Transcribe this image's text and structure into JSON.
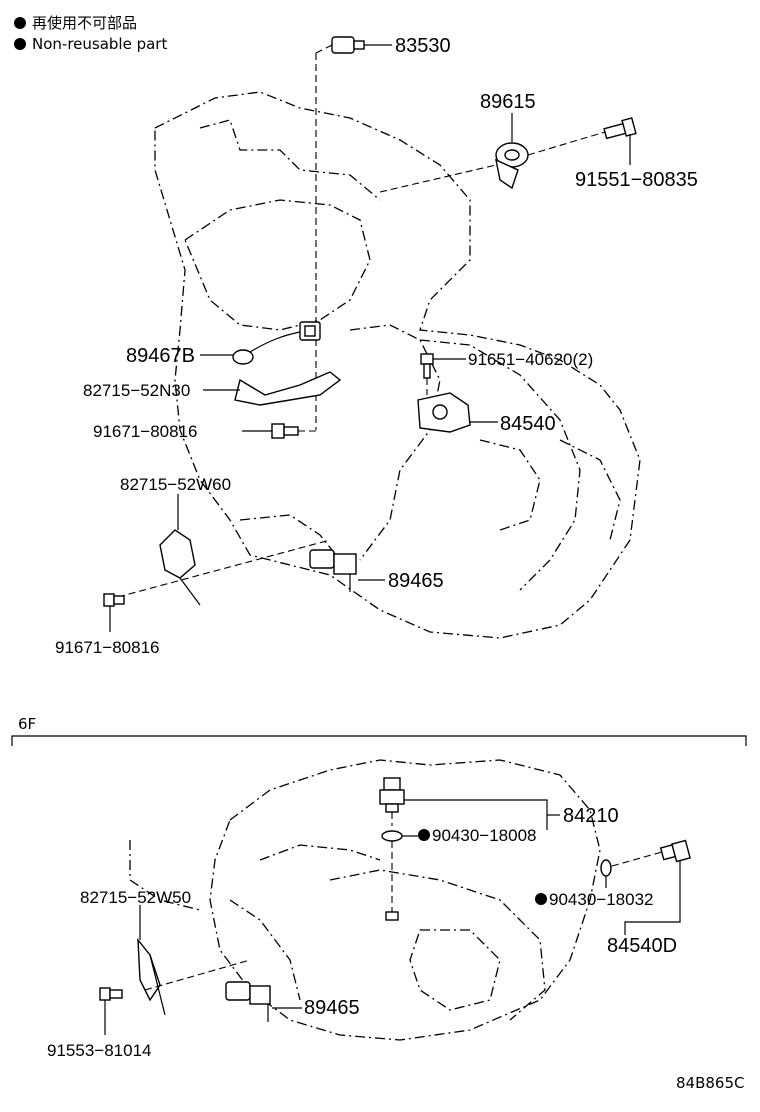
{
  "legend": {
    "jp_text": "再使用不可部品",
    "en_text": "Non-reusable part"
  },
  "top_section": {
    "parts": {
      "p83530": "83530",
      "p89615": "89615",
      "p91551": "91551−80835",
      "p89467b": "89467B",
      "p82715_52n30": "82715−52N30",
      "p91671_a": "91671−80816",
      "p91651": "91651−40620(2)",
      "p84540": "84540",
      "p82715_52w60": "82715−52W60",
      "p89465": "89465",
      "p91671_b": "91671−80816"
    }
  },
  "bottom_section": {
    "section_label": "6F",
    "parts": {
      "p84210": "84210",
      "p90430_18008": "90430−18008",
      "p90430_18032": "90430−18032",
      "p84540d": "84540D",
      "p82715_52w50": "82715−52W50",
      "p89465": "89465",
      "p91553": "91553−81014"
    }
  },
  "diagram_code": "84B865C"
}
